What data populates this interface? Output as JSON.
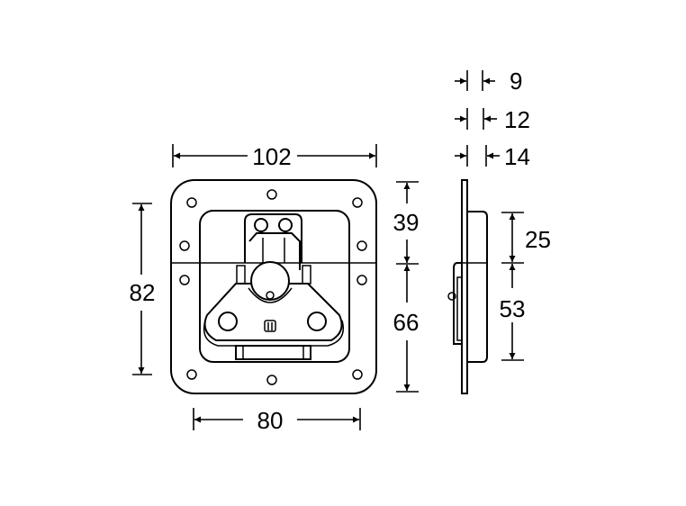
{
  "dimensions": {
    "plate_width": "102",
    "plate_height": "82",
    "recess_width": "80",
    "upper_height": "39",
    "lower_height": "66",
    "depth_a": "9",
    "depth_b": "12",
    "depth_c": "14",
    "side_upper": "25",
    "side_lower": "53"
  },
  "colors": {
    "line": "#000000",
    "background": "#ffffff"
  }
}
